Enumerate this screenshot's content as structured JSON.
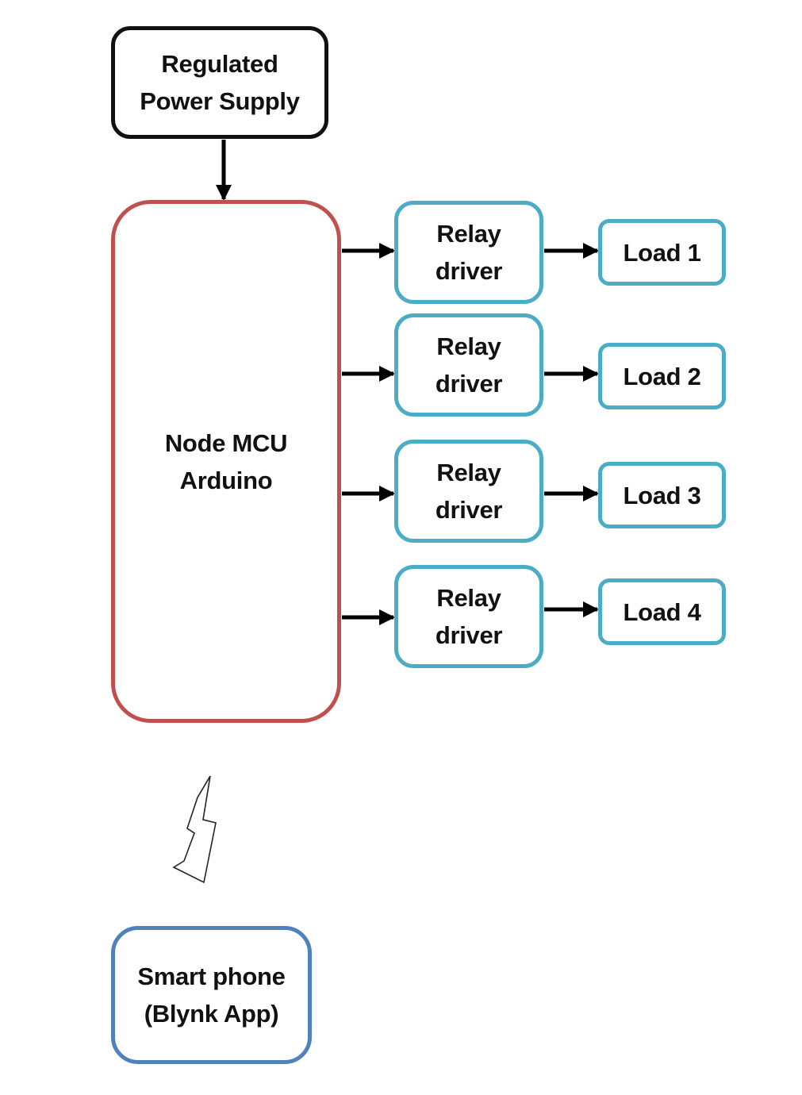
{
  "colors": {
    "power_supply_border": "#111111",
    "mcu_border": "#c0504d",
    "relay_border": "#4bacc6",
    "load_border": "#4bacc6",
    "phone_border": "#4f81bd",
    "arrow": "#000000",
    "text": "#111111"
  },
  "power_supply": {
    "line1": "Regulated",
    "line2": "Power Supply"
  },
  "mcu": {
    "line1": "Node MCU",
    "line2": "Arduino"
  },
  "relays": [
    {
      "line1": "Relay",
      "line2": "driver"
    },
    {
      "line1": "Relay",
      "line2": "driver"
    },
    {
      "line1": "Relay",
      "line2": "driver"
    },
    {
      "line1": "Relay",
      "line2": "driver"
    }
  ],
  "loads": [
    {
      "label": "Load 1"
    },
    {
      "label": "Load 2"
    },
    {
      "label": "Load 3"
    },
    {
      "label": "Load 4"
    }
  ],
  "phone": {
    "line1": "Smart phone",
    "line2": "(Blynk App)"
  },
  "wireless_link": {
    "icon": "lightning-bolt-icon"
  }
}
